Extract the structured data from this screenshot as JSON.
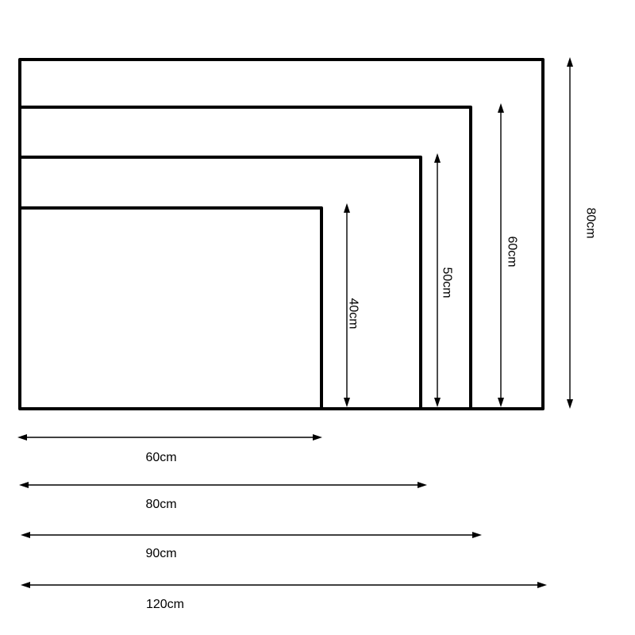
{
  "colors": {
    "line": "#000000",
    "background": "#ffffff"
  },
  "sizes": [
    {
      "width_label": "60cm",
      "height_label": "40cm"
    },
    {
      "width_label": "80cm",
      "height_label": "50cm"
    },
    {
      "width_label": "90cm",
      "height_label": "60cm"
    },
    {
      "width_label": "120cm",
      "height_label": "80cm"
    }
  ]
}
